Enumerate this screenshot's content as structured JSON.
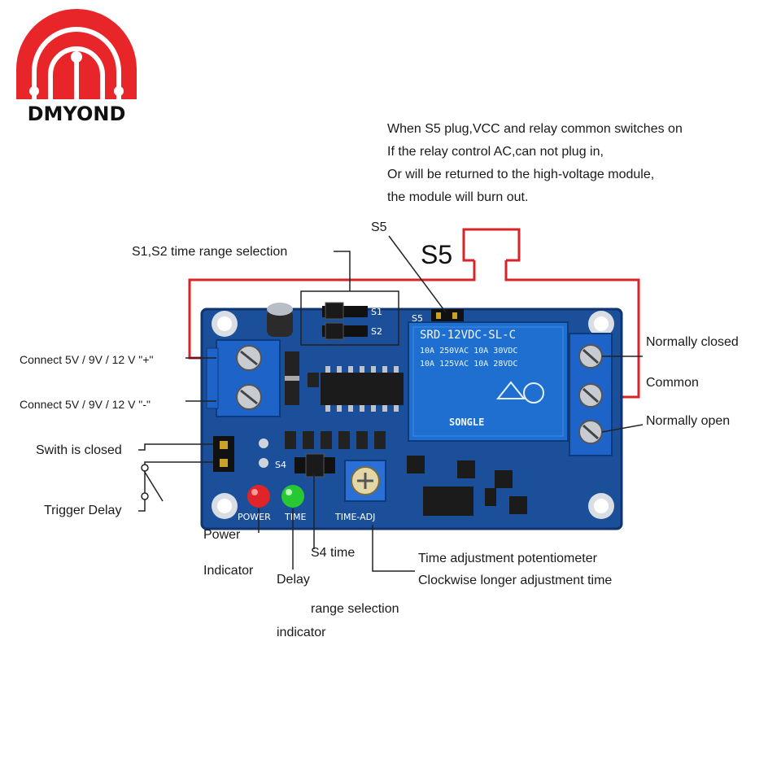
{
  "brand": {
    "name": "DMYOND",
    "logo_color": "#e8262a"
  },
  "notes": [
    "When S5 plug,VCC and relay common switches on",
    "If the relay control AC,can not plug in,",
    "Or will be returned to the high-voltage module,",
    "the module will burn out."
  ],
  "labels": {
    "s5_small": "S5",
    "s5_big": "S5",
    "s1s2": "S1,S2 time range selection",
    "connect_plus": "Connect  5V / 9V / 12 V  \"+\"",
    "connect_minus": "Connect  5V / 9V / 12 V  \"-\"",
    "switch_closed": "Swith is closed",
    "trigger_delay": "Trigger Delay",
    "power": "Power",
    "indicator": "Indicator",
    "delay": "Delay",
    "s4_time": "S4 time",
    "range_selection": "range selection",
    "range_indicator": "indicator",
    "time_adj_line1": "Time adjustment potentiometer",
    "time_adj_line2": "Clockwise longer adjustment time",
    "normally_closed": "Normally closed",
    "common": "Common",
    "normally_open": "Normally open"
  },
  "pcb": {
    "silk_power": "POWER",
    "silk_time": "TIME",
    "silk_time_adj": "TIME-ADJ",
    "silk_s1": "S1",
    "silk_s2": "S2",
    "silk_s4": "S4",
    "silk_s5": "S5",
    "relay_model": "SRD-12VDC-SL-C",
    "relay_rating1": "10A 250VAC  10A 30VDC",
    "relay_rating2": "10A 125VAC  10A 28VDC",
    "relay_brand": "SONGLE",
    "board_color": "#1c4f9a",
    "relay_color": "#1f6fd0",
    "wire_color": "#d8232a"
  }
}
